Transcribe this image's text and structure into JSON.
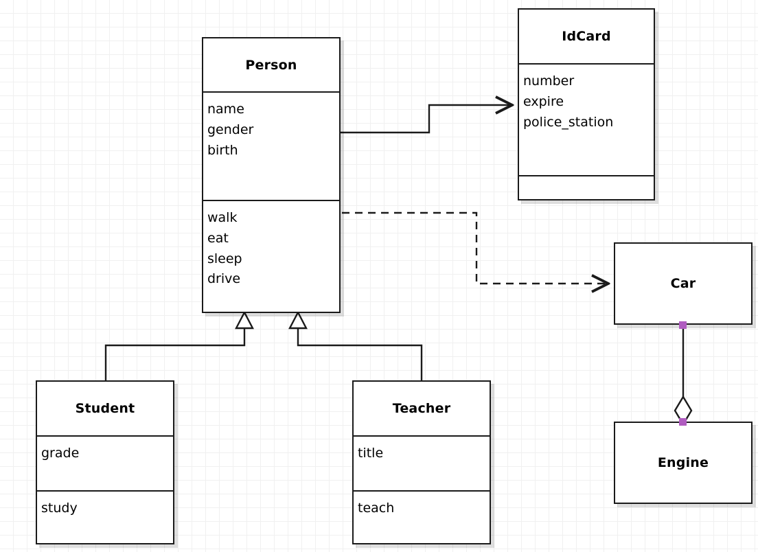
{
  "diagram": {
    "type": "uml-class-diagram",
    "background": "#ffffff",
    "grid_color": "#f0f0f0",
    "line_color": "#1a1a1a",
    "handle_color": "#b05cc0"
  },
  "classes": {
    "person": {
      "name": "Person",
      "attributes": [
        "name",
        "gender",
        "birth"
      ],
      "operations": [
        "walk",
        "eat",
        "sleep",
        "drive"
      ]
    },
    "idcard": {
      "name": "IdCard",
      "attributes": [
        "number",
        "expire",
        "police_station"
      ],
      "operations": []
    },
    "student": {
      "name": "Student",
      "attributes": [
        "grade"
      ],
      "operations": [
        "study"
      ]
    },
    "teacher": {
      "name": "Teacher",
      "attributes": [
        "title"
      ],
      "operations": [
        "teach"
      ]
    },
    "car": {
      "name": "Car"
    },
    "engine": {
      "name": "Engine"
    }
  },
  "relationships": [
    {
      "id": "person-idcard",
      "kind": "association",
      "style": "solid",
      "arrow": "open",
      "from": "Person",
      "to": "IdCard"
    },
    {
      "id": "person-car",
      "kind": "dependency",
      "style": "dashed",
      "arrow": "open",
      "from": "Person",
      "to": "Car"
    },
    {
      "id": "student-person",
      "kind": "generalization",
      "style": "solid",
      "arrow": "hollow-triangle",
      "from": "Student",
      "to": "Person"
    },
    {
      "id": "teacher-person",
      "kind": "generalization",
      "style": "solid",
      "arrow": "hollow-triangle",
      "from": "Teacher",
      "to": "Person"
    },
    {
      "id": "car-engine",
      "kind": "aggregation",
      "style": "solid",
      "arrow": "hollow-diamond",
      "from": "Car",
      "to": "Engine",
      "selected": true
    }
  ]
}
